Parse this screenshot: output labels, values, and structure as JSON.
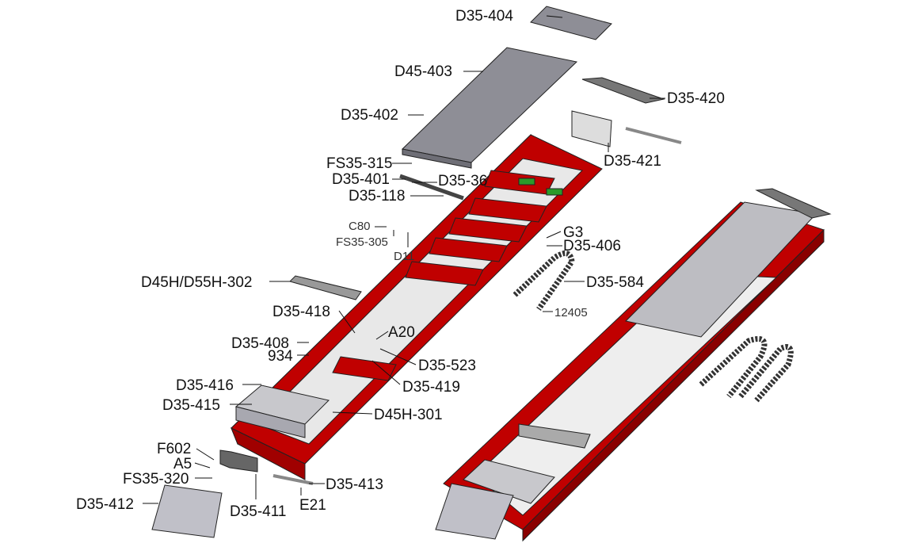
{
  "labels": {
    "d35_404": "D35-404",
    "d45_403": "D45-403",
    "d35_420": "D35-420",
    "d35_402": "D35-402",
    "d35_421": "D35-421",
    "fs35_315": "FS35-315",
    "d35_401": "D35-401",
    "d35_366": "D35-36",
    "d35_118": "D35-118",
    "c80": "C80",
    "fs35_305": "FS35-305",
    "d11": "D11",
    "g3": "G3",
    "d35_406": "D35-406",
    "d35_584": "D35-584",
    "n12405": "12405",
    "d45h_302": "D45H/D55H-302",
    "d35_418": "D35-418",
    "a20": "A20",
    "d35_408": "D35-408",
    "n934": "934",
    "d35_523": "D35-523",
    "d35_419": "D35-419",
    "d35_416": "D35-416",
    "d35_415": "D35-415",
    "d45h_301": "D45H-301",
    "f602": "F602",
    "a5": "A5",
    "fs35_320": "FS35-320",
    "d35_413": "D35-413",
    "d35_412": "D35-412",
    "d35_411": "D35-411",
    "e21": "E21"
  },
  "colors": {
    "frame": "#c00000",
    "frame_dark": "#8a0000",
    "cover": "#9a9aa2",
    "panel": "#c8c8cc"
  }
}
